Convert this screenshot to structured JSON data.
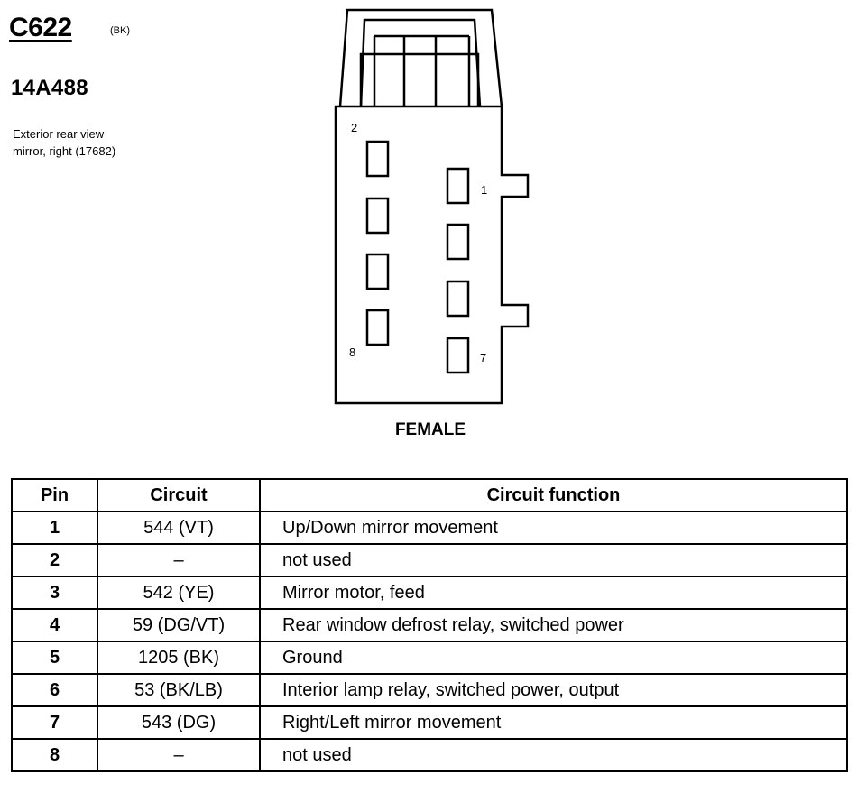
{
  "header": {
    "connector_id": "C622",
    "connector_color": "(BK)",
    "part_number": "14A488",
    "description_lines": [
      "Exterior rear view",
      "mirror, right (17682)"
    ]
  },
  "diagram": {
    "pin_labels": {
      "pin2": "2",
      "pin1": "1",
      "pin8": "8",
      "pin7": "7"
    },
    "gender_label": "FEMALE"
  },
  "table": {
    "headers": {
      "pin": "Pin",
      "circuit": "Circuit",
      "function": "Circuit function"
    },
    "rows": [
      {
        "pin": "1",
        "circuit": "544 (VT)",
        "function": "Up/Down mirror movement"
      },
      {
        "pin": "2",
        "circuit": "–",
        "function": "not used"
      },
      {
        "pin": "3",
        "circuit": "542 (YE)",
        "function": "Mirror motor, feed"
      },
      {
        "pin": "4",
        "circuit": "59 (DG/VT)",
        "function": "Rear window defrost relay, switched power"
      },
      {
        "pin": "5",
        "circuit": "1205 (BK)",
        "function": "Ground"
      },
      {
        "pin": "6",
        "circuit": "53 (BK/LB)",
        "function": "Interior lamp relay, switched power, output"
      },
      {
        "pin": "7",
        "circuit": "543 (DG)",
        "function": "Right/Left mirror movement"
      },
      {
        "pin": "8",
        "circuit": "–",
        "function": "not used"
      }
    ]
  }
}
